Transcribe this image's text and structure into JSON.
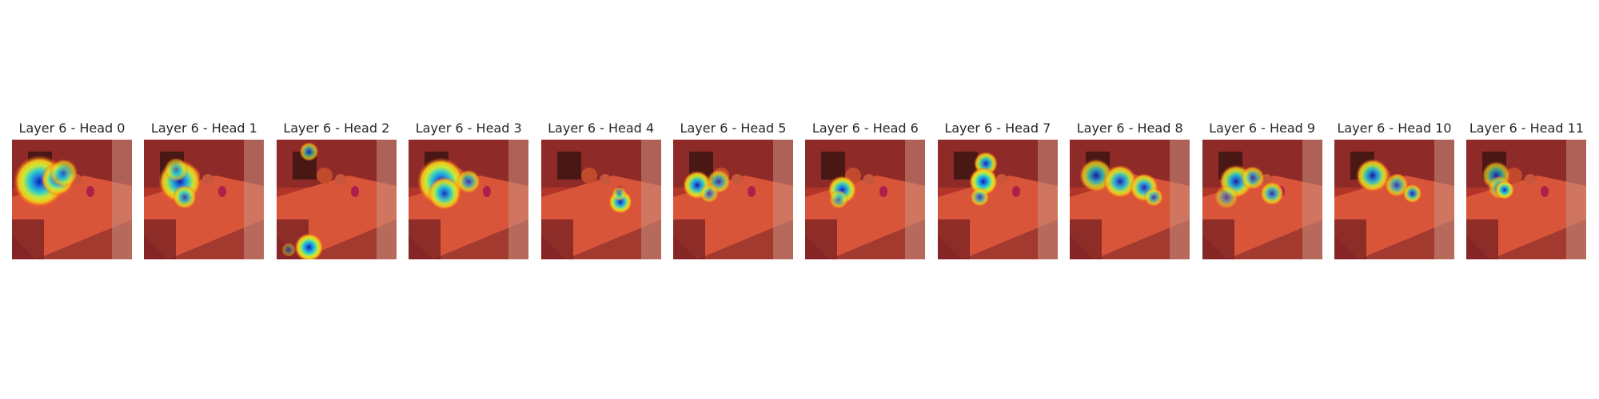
{
  "panels": [
    {
      "title": "Layer 6 - Head 0",
      "hotspots": [
        [
          0.23,
          0.35,
          0.22,
          1.0
        ],
        [
          0.38,
          0.33,
          0.14,
          0.9
        ],
        [
          0.43,
          0.28,
          0.12,
          0.7
        ]
      ]
    },
    {
      "title": "Layer 6 - Head 1",
      "hotspots": [
        [
          0.3,
          0.35,
          0.18,
          0.95
        ],
        [
          0.34,
          0.48,
          0.1,
          0.8
        ],
        [
          0.27,
          0.25,
          0.1,
          0.6
        ]
      ]
    },
    {
      "title": "Layer 6 - Head 2",
      "hotspots": [
        [
          0.27,
          0.1,
          0.08,
          0.7
        ],
        [
          0.27,
          0.9,
          0.12,
          1.0
        ],
        [
          0.1,
          0.92,
          0.06,
          0.4
        ]
      ]
    },
    {
      "title": "Layer 6 - Head 3",
      "hotspots": [
        [
          0.27,
          0.35,
          0.2,
          1.0
        ],
        [
          0.3,
          0.45,
          0.14,
          0.9
        ],
        [
          0.5,
          0.35,
          0.1,
          0.7
        ]
      ]
    },
    {
      "title": "Layer 6 - Head 4",
      "hotspots": [
        [
          0.66,
          0.52,
          0.1,
          0.95
        ],
        [
          0.65,
          0.45,
          0.06,
          0.6
        ]
      ]
    },
    {
      "title": "Layer 6 - Head 5",
      "hotspots": [
        [
          0.2,
          0.38,
          0.12,
          0.95
        ],
        [
          0.38,
          0.35,
          0.1,
          0.7
        ],
        [
          0.3,
          0.45,
          0.08,
          0.6
        ]
      ]
    },
    {
      "title": "Layer 6 - Head 6",
      "hotspots": [
        [
          0.31,
          0.42,
          0.12,
          0.95
        ],
        [
          0.28,
          0.5,
          0.08,
          0.6
        ]
      ]
    },
    {
      "title": "Layer 6 - Head 7",
      "hotspots": [
        [
          0.4,
          0.2,
          0.1,
          0.9
        ],
        [
          0.38,
          0.35,
          0.12,
          1.0
        ],
        [
          0.35,
          0.48,
          0.08,
          0.7
        ]
      ]
    },
    {
      "title": "Layer 6 - Head 8",
      "hotspots": [
        [
          0.22,
          0.3,
          0.14,
          0.8
        ],
        [
          0.42,
          0.35,
          0.14,
          0.9
        ],
        [
          0.62,
          0.4,
          0.12,
          0.9
        ],
        [
          0.7,
          0.48,
          0.08,
          0.7
        ]
      ]
    },
    {
      "title": "Layer 6 - Head 9",
      "hotspots": [
        [
          0.28,
          0.35,
          0.14,
          0.9
        ],
        [
          0.42,
          0.32,
          0.1,
          0.7
        ],
        [
          0.58,
          0.45,
          0.1,
          0.8
        ],
        [
          0.2,
          0.48,
          0.1,
          0.5
        ]
      ]
    },
    {
      "title": "Layer 6 - Head 10",
      "hotspots": [
        [
          0.32,
          0.3,
          0.14,
          0.9
        ],
        [
          0.52,
          0.38,
          0.1,
          0.7
        ],
        [
          0.65,
          0.45,
          0.08,
          0.8
        ]
      ]
    },
    {
      "title": "Layer 6 - Head 11",
      "hotspots": [
        [
          0.25,
          0.3,
          0.12,
          0.7
        ],
        [
          0.28,
          0.4,
          0.1,
          0.6
        ],
        [
          0.32,
          0.42,
          0.08,
          0.9
        ]
      ]
    }
  ]
}
